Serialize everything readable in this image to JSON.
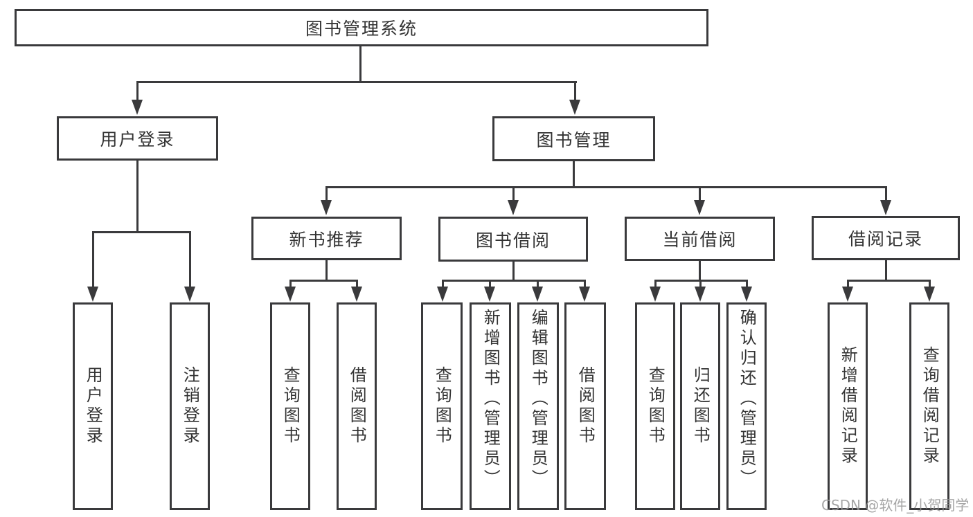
{
  "diagram": {
    "root": "图书管理系统",
    "level2": {
      "user_login": "用户登录",
      "book_mgmt": "图书管理"
    },
    "level3": {
      "new_books": "新书推荐",
      "book_borrow": "图书借阅",
      "current_borrow": "当前借阅",
      "borrow_records": "借阅记录"
    },
    "leaves": {
      "user_login": [
        "用户登录",
        "注销登录"
      ],
      "new_books": [
        "查询图书",
        "借阅图书"
      ],
      "book_borrow": [
        "查询图书",
        "新增图书（管理员）",
        "编辑图书（管理员）",
        "借阅图书"
      ],
      "current_borrow": [
        "查询图书",
        "归还图书",
        "确认归还（管理员）"
      ],
      "borrow_records": [
        "新增借阅记录",
        "查询借阅记录"
      ]
    }
  },
  "watermark": "CSDN @软件_小贺同学",
  "colors": {
    "line": "#3a3a3c",
    "text": "#333333",
    "watermark": "#969696",
    "background": "#ffffff"
  }
}
